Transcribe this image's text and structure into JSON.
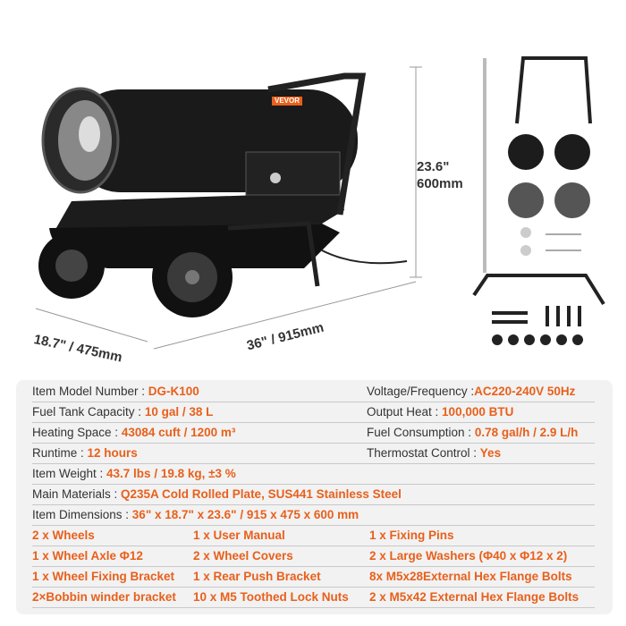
{
  "dimensions": {
    "height": "23.6\"",
    "height_mm": "600mm",
    "depth": "18.7\" / 475mm",
    "length": "36\" / 915mm"
  },
  "brand_label": "VEVOR",
  "specs_left": [
    {
      "label": "Item Model Number : ",
      "value": "DG-K100"
    },
    {
      "label": "Fuel Tank Capacity : ",
      "value": "10 gal / 38 L"
    },
    {
      "label": "Heating Space : ",
      "value": "43084 cuft / 1200 m³"
    },
    {
      "label": "Runtime : ",
      "value": "12 hours"
    }
  ],
  "specs_right": [
    {
      "label": "Voltage/Frequency :",
      "value": "AC220-240V 50Hz"
    },
    {
      "label": "Output Heat : ",
      "value": "100,000 BTU"
    },
    {
      "label": "Fuel Consumption : ",
      "value": "0.78 gal/h / 2.9 L/h"
    },
    {
      "label": "Thermostat Control : ",
      "value": "Yes"
    }
  ],
  "specs_full": [
    {
      "label": "Item Weight : ",
      "value": " 43.7 lbs / 19.8 kg,  ±3 %"
    },
    {
      "label": "Main Materials : ",
      "value": "Q235A Cold Rolled Plate, SUS441 Stainless Steel"
    },
    {
      "label": "Item Dimensions : ",
      "value": "36\" x 18.7\" x 23.6\" / 915 x 475 x 600 mm"
    }
  ],
  "components": [
    [
      "2 x Wheels",
      "1 x User Manual",
      "1 x Fixing Pins"
    ],
    [
      "1 x Wheel Axle Φ12",
      "2 x Wheel Covers",
      "2 x Large Washers (Φ40 x Φ12 x 2)"
    ],
    [
      "1 x Wheel Fixing Bracket",
      "1 x Rear Push Bracket",
      "8x M5x28External Hex Flange Bolts"
    ],
    [
      "2×Bobbin winder bracket",
      "10 x M5 Toothed Lock Nuts",
      "2 x M5x42 External Hex Flange Bolts"
    ]
  ],
  "colors": {
    "accent": "#e8601c",
    "panel": "#f2f2f2"
  }
}
